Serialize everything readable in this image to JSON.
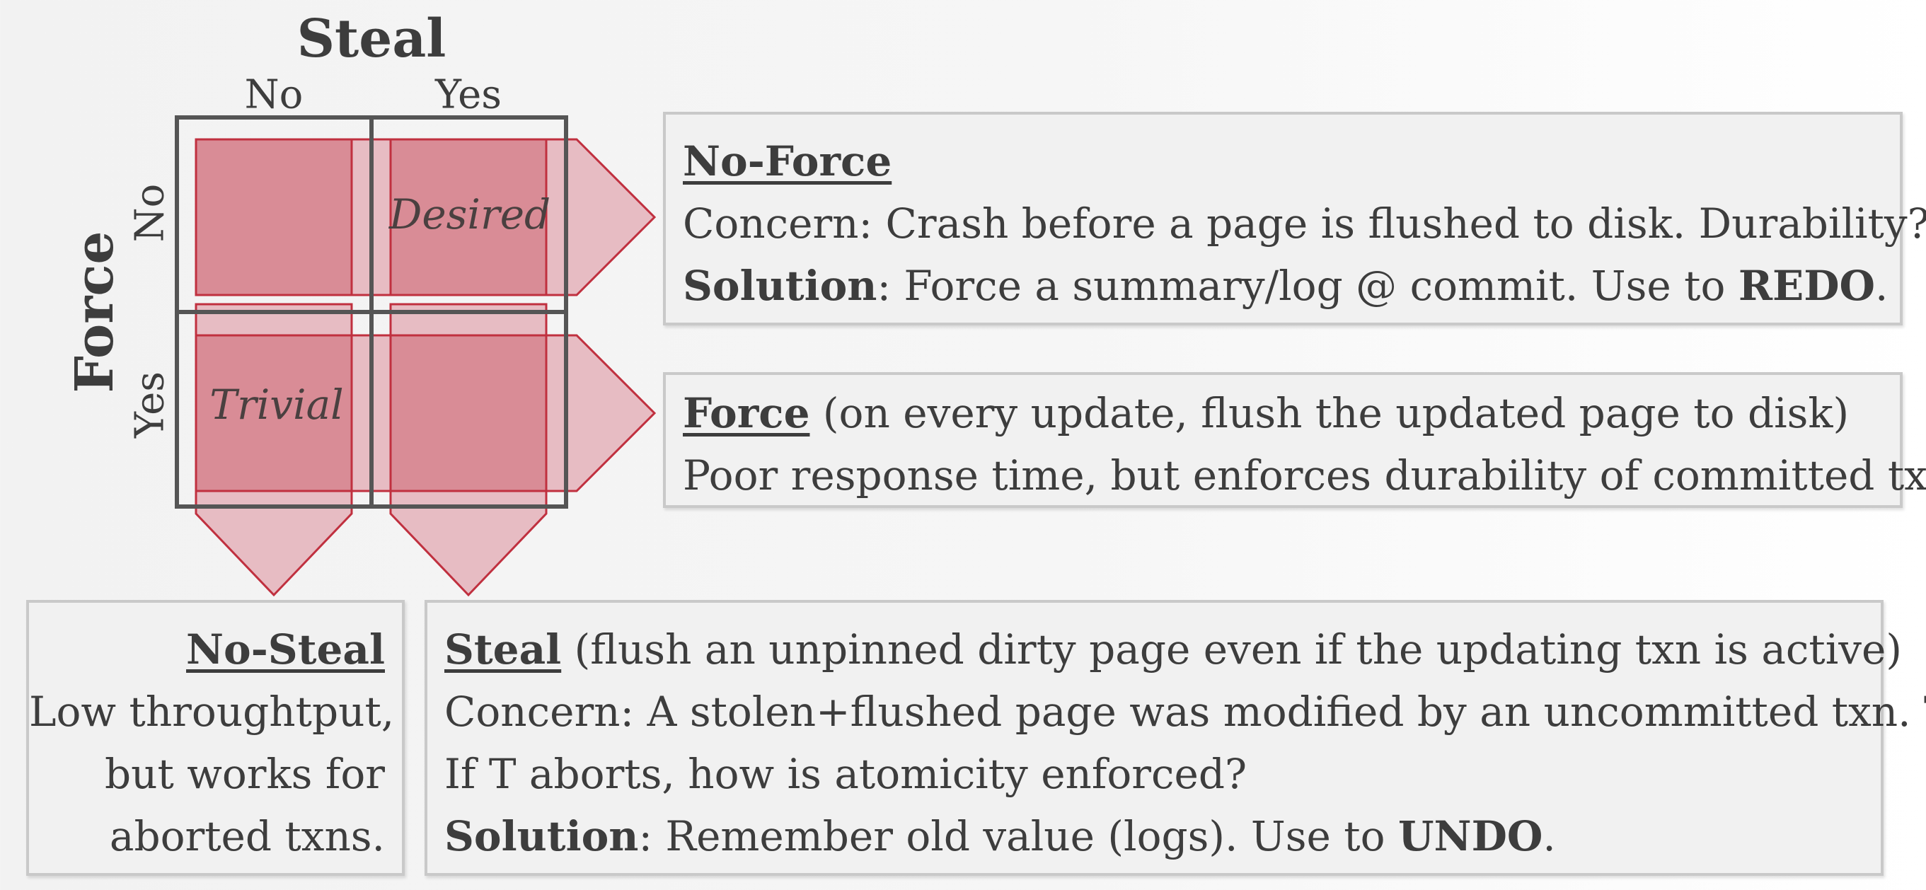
{
  "matrix": {
    "steal_title": "Steal",
    "force_title": "Force",
    "steal_no": "No",
    "steal_yes": "Yes",
    "force_no": "No",
    "force_yes": "Yes",
    "desired": "Desired",
    "trivial": "Trivial",
    "colors": {
      "cell_fill": "#d98c96",
      "cell_stroke": "#c0303f",
      "arrow_fill": "#e7bcc3",
      "grid": "#555555"
    }
  },
  "no_force": {
    "title": "No-Force",
    "concern": "Concern: Crash before a page is flushed to disk. Durability?",
    "solution_label": "Solution",
    "solution_mid": ": Force a summary/log @ commit. Use to ",
    "solution_bold": "REDO",
    "solution_end": "."
  },
  "force": {
    "title": "Force",
    "subtitle": " (on every update, flush the updated page to disk)",
    "line2": "Poor response time, but enforces durability of committed txns."
  },
  "no_steal": {
    "title": "No-Steal",
    "line1": "Low throughtput,",
    "line2": "but works for",
    "line3": "aborted txns."
  },
  "steal": {
    "title": "Steal",
    "subtitle": " (flush an unpinned dirty page even if the updating txn is active)",
    "concern1": "Concern: A stolen+flushed page was modified by an uncommitted txn. T.",
    "concern2": "If T aborts, how is atomicity enforced?",
    "solution_label": "Solution",
    "solution_mid": ": Remember old value (logs). Use to ",
    "solution_bold": "UNDO",
    "solution_end": "."
  }
}
